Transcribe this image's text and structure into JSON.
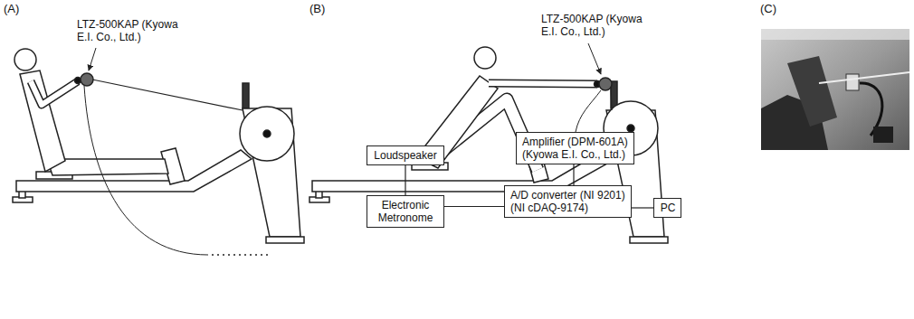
{
  "diagram": {
    "nodes": [
      {
        "text": [
          "Amplifier (DPM-601A) (Kyowa E.I. Co., Ltd.)"
        ]
      },
      {
        "text": [
          "Loudspeaker"
        ]
      },
      {
        "text": [
          "Electronic Metronome"
        ]
      },
      {
        "text": [
          "A/D converter (NI 9201) (NI cDAQ-9174)"
        ]
      },
      {
        "text": [
          "PC"
        ]
      }
    ],
    "edges": [
      {
        "from": 1,
        "to": 2,
        "arrow": "none"
      },
      {
        "from": 2,
        "to": 3,
        "arrow": "none"
      },
      {
        "from": 0,
        "to": 3,
        "arrow": "none"
      },
      {
        "from": 3,
        "to": 4,
        "arrow": "none"
      }
    ],
    "labels": [
      "(A)",
      "LTZ-500KAP (Kyowa E.I. Co., Ltd.)",
      "(B)",
      "LTZ-500KAP (Kyowa E.I. Co., Ltd.)",
      "(C)"
    ]
  }
}
